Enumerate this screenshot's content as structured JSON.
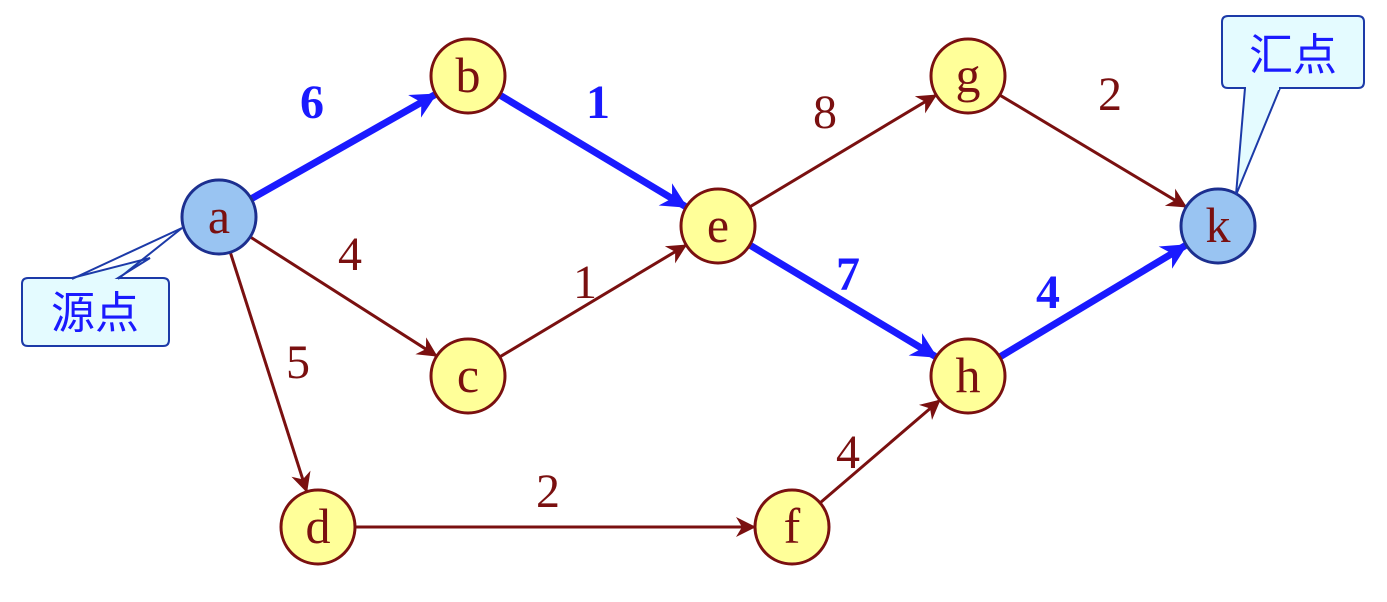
{
  "colors": {
    "edge_normal": "#7a1010",
    "edge_critical": "#1a1aff",
    "node_fill": "#ffff99",
    "node_stroke": "#7a1010",
    "terminal_fill": "#99c4f2",
    "terminal_stroke": "#1c2f8f",
    "callout_fill": "#e4fbff",
    "callout_stroke": "#1c3aa8"
  },
  "nodes": [
    {
      "id": "a",
      "label": "a",
      "type": "terminal"
    },
    {
      "id": "b",
      "label": "b",
      "type": "normal"
    },
    {
      "id": "c",
      "label": "c",
      "type": "normal"
    },
    {
      "id": "d",
      "label": "d",
      "type": "normal"
    },
    {
      "id": "e",
      "label": "e",
      "type": "normal"
    },
    {
      "id": "f",
      "label": "f",
      "type": "normal"
    },
    {
      "id": "g",
      "label": "g",
      "type": "normal"
    },
    {
      "id": "h",
      "label": "h",
      "type": "normal"
    },
    {
      "id": "k",
      "label": "k",
      "type": "terminal"
    }
  ],
  "edges": [
    {
      "from": "a",
      "to": "b",
      "weight": "6",
      "critical": true
    },
    {
      "from": "a",
      "to": "c",
      "weight": "4",
      "critical": false
    },
    {
      "from": "a",
      "to": "d",
      "weight": "5",
      "critical": false
    },
    {
      "from": "b",
      "to": "e",
      "weight": "1",
      "critical": true
    },
    {
      "from": "c",
      "to": "e",
      "weight": "1",
      "critical": false
    },
    {
      "from": "d",
      "to": "f",
      "weight": "2",
      "critical": false
    },
    {
      "from": "e",
      "to": "g",
      "weight": "8",
      "critical": false
    },
    {
      "from": "e",
      "to": "h",
      "weight": "7",
      "critical": true
    },
    {
      "from": "f",
      "to": "h",
      "weight": "4",
      "critical": false
    },
    {
      "from": "g",
      "to": "k",
      "weight": "2",
      "critical": false
    },
    {
      "from": "h",
      "to": "k",
      "weight": "4",
      "critical": true
    }
  ],
  "callouts": {
    "source": {
      "label": "源点",
      "target": "a"
    },
    "sink": {
      "label": "汇点",
      "target": "k"
    }
  }
}
